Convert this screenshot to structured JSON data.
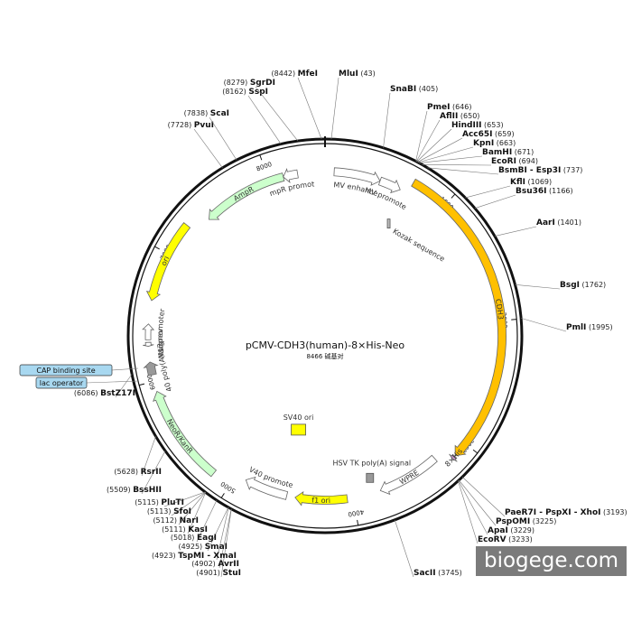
{
  "title": "pCMV-CDH3(human)-8×His-Neo",
  "subtitle": "8466 碱基对",
  "total_bp": 8466,
  "watermark": "biogege.com",
  "ticks": [
    "1000",
    "2000",
    "3000",
    "4000",
    "5000",
    "6000",
    "7000",
    "8000"
  ],
  "sites": [
    {
      "name": "MfeI",
      "pos": "(8442)"
    },
    {
      "name": "MluI",
      "pos": "(43)"
    },
    {
      "name": "SnaBI",
      "pos": "(405)"
    },
    {
      "name": "PmeI",
      "pos": "(646)"
    },
    {
      "name": "AflII",
      "pos": "(650)"
    },
    {
      "name": "HindIII",
      "pos": "(653)"
    },
    {
      "name": "Acc65I",
      "pos": "(659)"
    },
    {
      "name": "KpnI",
      "pos": "(663)"
    },
    {
      "name": "BamHI",
      "pos": "(671)"
    },
    {
      "name": "EcoRI",
      "pos": "(694)"
    },
    {
      "name": "BsmBI - Esp3I",
      "pos": "(737)"
    },
    {
      "name": "KflI",
      "pos": "(1069)"
    },
    {
      "name": "Bsu36I",
      "pos": "(1166)"
    },
    {
      "name": "AarI",
      "pos": "(1401)"
    },
    {
      "name": "BsgI",
      "pos": "(1762)"
    },
    {
      "name": "PmlI",
      "pos": "(1995)"
    },
    {
      "name": "PaeR7I - PspXI - XhoI",
      "pos": "(3193)"
    },
    {
      "name": "PspOMI",
      "pos": "(3225)"
    },
    {
      "name": "ApaI",
      "pos": "(3229)"
    },
    {
      "name": "EcoRV",
      "pos": "(3233)"
    },
    {
      "name": "SacII",
      "pos": "(3745)"
    },
    {
      "name": "StuI",
      "pos": "(4901)"
    },
    {
      "name": "AvrII",
      "pos": "(4902)"
    },
    {
      "name": "TspMI - XmaI",
      "pos": "(4923)"
    },
    {
      "name": "SmaI",
      "pos": "(4925)"
    },
    {
      "name": "EagI",
      "pos": "(5018)"
    },
    {
      "name": "KasI",
      "pos": "(5111)"
    },
    {
      "name": "NarI",
      "pos": "(5112)"
    },
    {
      "name": "SfoI",
      "pos": "(5113)"
    },
    {
      "name": "PluTI",
      "pos": "(5115)"
    },
    {
      "name": "BssHII",
      "pos": "(5509)"
    },
    {
      "name": "RsrII",
      "pos": "(5628)"
    },
    {
      "name": "BstZ17I",
      "pos": "(6086)"
    },
    {
      "name": "PvuI",
      "pos": "(7728)"
    },
    {
      "name": "ScaI",
      "pos": "(7838)"
    },
    {
      "name": "SspI",
      "pos": "(8162)"
    },
    {
      "name": "SgrDI",
      "pos": "(8279)"
    }
  ],
  "features": [
    {
      "name": "CMV enhancer",
      "color": "#ffffff"
    },
    {
      "name": "CMV promoter",
      "color": "#ffffff"
    },
    {
      "name": "Kozak sequence",
      "color": "#bbbbbb"
    },
    {
      "name": "CDH3",
      "color": "#ffc000"
    },
    {
      "name": "8×His",
      "color": "#cc99cc"
    },
    {
      "name": "WPRE",
      "color": "#ffffff"
    },
    {
      "name": "HSV TK poly(A) signal",
      "color": "#999999"
    },
    {
      "name": "f1 ori",
      "color": "#ffff00"
    },
    {
      "name": "SV40 promoter",
      "color": "#ffffff"
    },
    {
      "name": "SV40 ori",
      "color": "#ffff00"
    },
    {
      "name": "NeoR/KanR",
      "color": "#ccffcc"
    },
    {
      "name": "SV40 poly(A) signal",
      "color": "#999999"
    },
    {
      "name": "M13 rev",
      "color": "#ffffff"
    },
    {
      "name": "lac promoter",
      "color": "#ffffff"
    },
    {
      "name": "ori",
      "color": "#ffff00"
    },
    {
      "name": "AmpR",
      "color": "#ccffcc"
    },
    {
      "name": "AmpR promoter",
      "color": "#ffffff"
    }
  ],
  "boxed_labels": [
    {
      "name": "CAP binding site",
      "color": "#a8d8f0"
    },
    {
      "name": "lac operator",
      "color": "#a8d8f0"
    }
  ]
}
